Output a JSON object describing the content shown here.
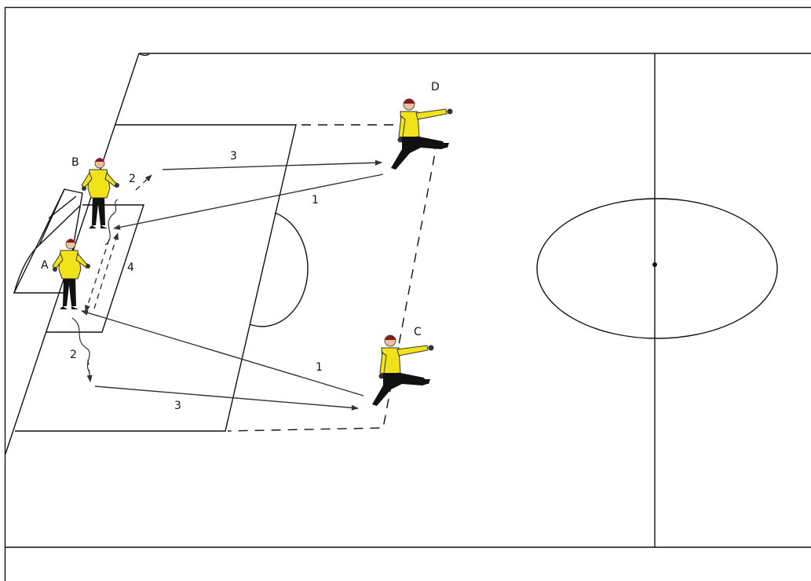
{
  "players": [
    {
      "id": "A",
      "label": "A",
      "role": "goalkeeper"
    },
    {
      "id": "B",
      "label": "B",
      "role": "goalkeeper"
    },
    {
      "id": "C",
      "label": "C",
      "role": "kicker"
    },
    {
      "id": "D",
      "label": "D",
      "role": "kicker"
    }
  ],
  "steps": {
    "pass_d_to_b": "1",
    "pass_c_to_a": "1",
    "dribble_b": "2",
    "dribble_a": "2",
    "pass_b_to_d": "3",
    "pass_a_to_c": "3",
    "switch": "4"
  },
  "colors": {
    "jersey": "#f2e21a",
    "shorts": "#111111",
    "helmet": "#8b1a1a",
    "lines": "#111111"
  },
  "icons": [
    "goalkeeper-figure-icon",
    "kicker-figure-icon",
    "arrowhead-icon"
  ]
}
